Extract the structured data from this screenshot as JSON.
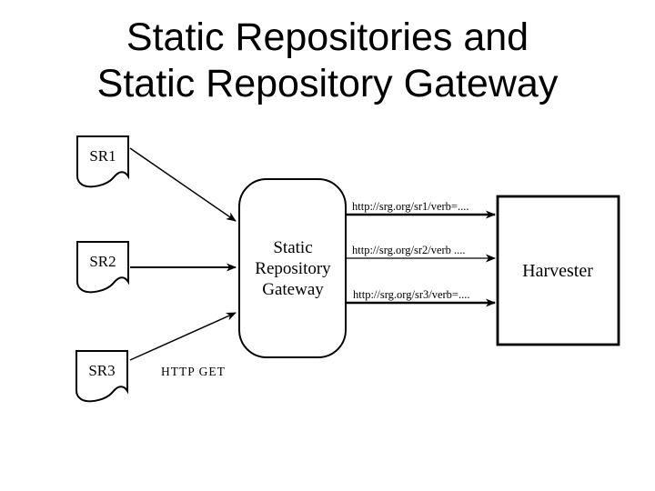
{
  "slide": {
    "title_line1": "Static Repositories and",
    "title_line2": "Static Repository Gateway"
  },
  "diagram": {
    "repositories": [
      {
        "label": "SR1"
      },
      {
        "label": "SR2"
      },
      {
        "label": "SR3"
      }
    ],
    "gateway": {
      "line1": "Static",
      "line2": "Repository",
      "line3": "Gateway"
    },
    "harvester": {
      "label": "Harvester"
    },
    "http_get_label": "HTTP GET",
    "requests": [
      {
        "url": "http://srg.org/sr1/verb=...."
      },
      {
        "url": "http://srg.org/sr2/verb ...."
      },
      {
        "url": "http://srg.org/sr3/verb=...."
      }
    ],
    "colors": {
      "stroke": "#000000",
      "background": "#ffffff"
    }
  }
}
